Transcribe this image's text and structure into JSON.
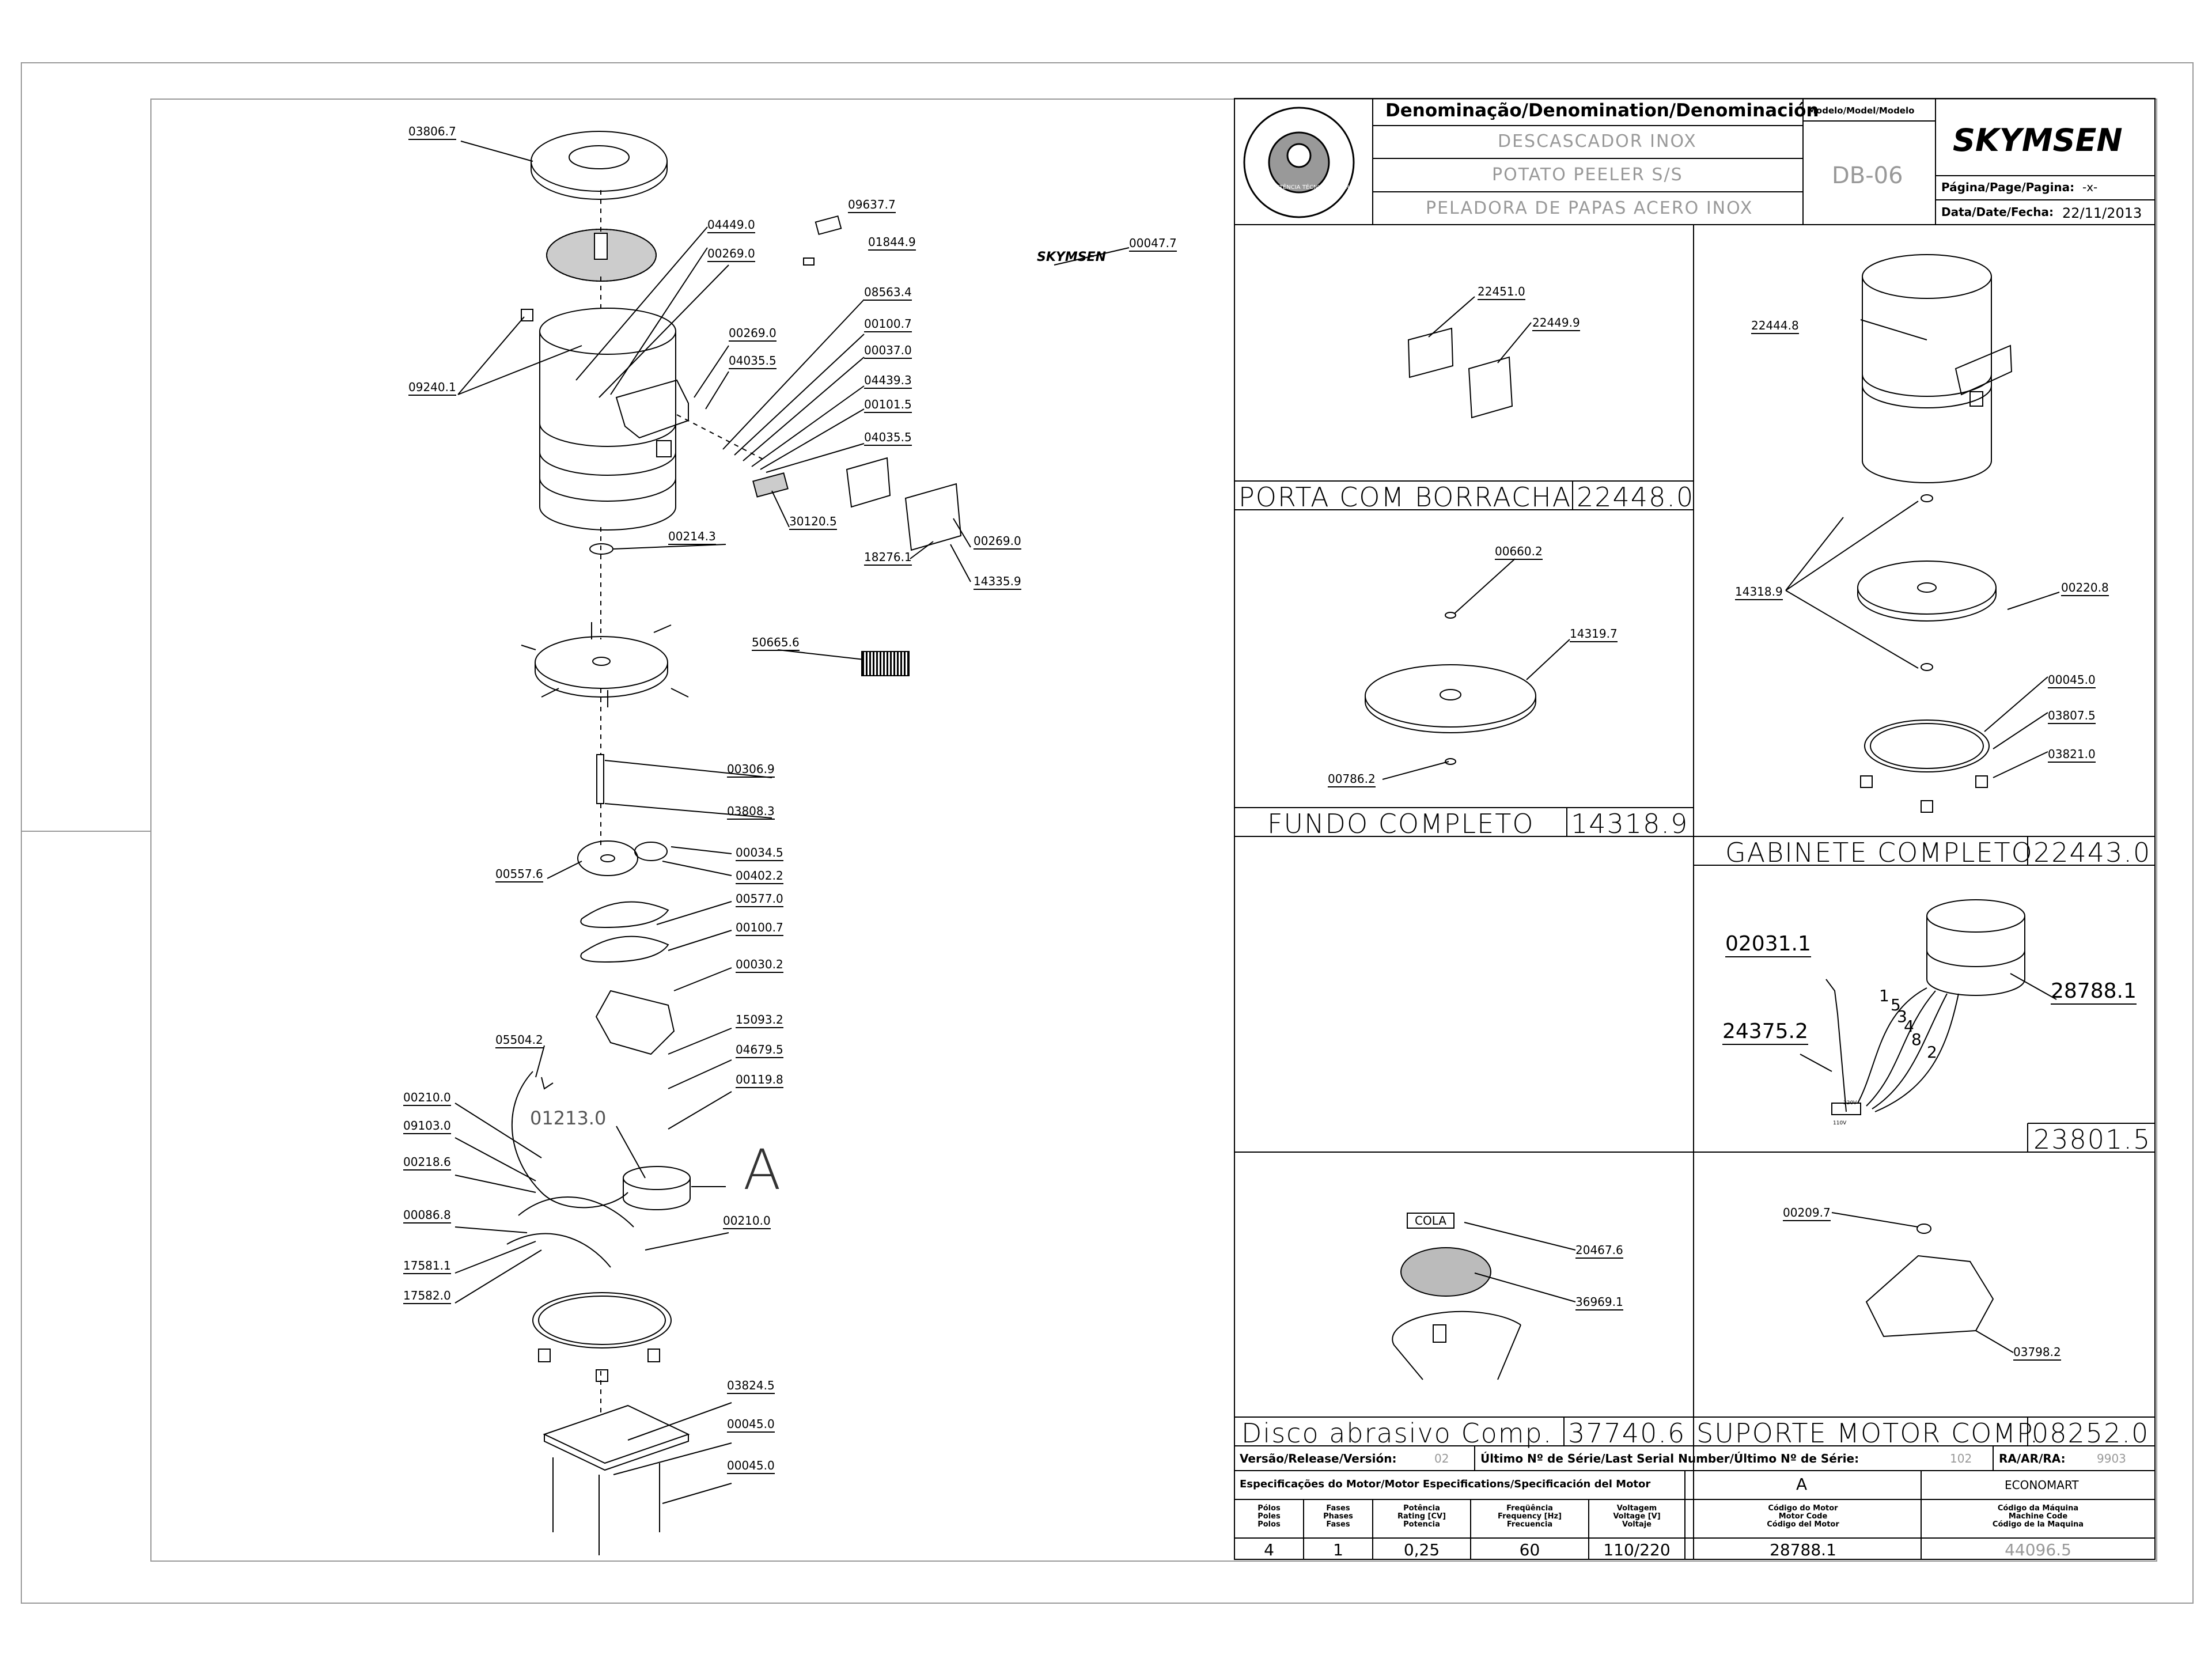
{
  "title_block": {
    "denomination_header": "Denominação/Denomination/Denominación",
    "name_pt": "DESCASCADOR INOX",
    "name_en": "POTATO PEELER S/S",
    "name_es": "PELADORA DE PAPAS ACERO INOX",
    "model_header": "Modelo/Model/Modelo",
    "model": "DB-06",
    "brand": "SKYMSEN",
    "page_label": "Página/Page/Pagina:",
    "page_value": "-x-",
    "date_label": "Data/Date/Fecha:",
    "date_value": "22/11/2013",
    "seal_text": "ASSISTÊNCIA TÉCNICA AUTORIZADA"
  },
  "main_callouts": [
    "03806.7",
    "09637.7",
    "04449.0",
    "01844.9",
    "00269.0",
    "00047.7",
    "08563.4",
    "00100.7",
    "00037.0",
    "00269.0",
    "04035.5",
    "09240.1",
    "04439.3",
    "00101.5",
    "04035.5",
    "30120.5",
    "00214.3",
    "00269.0",
    "18276.1",
    "14335.9",
    "50665.6",
    "00306.9",
    "03808.3",
    "00034.5",
    "00557.6",
    "00402.2",
    "00577.0",
    "00100.7",
    "00030.2",
    "15093.2",
    "05504.2",
    "04679.5",
    "00119.8",
    "00210.0",
    "01213.0",
    "09103.0",
    "00218.6",
    "00210.0",
    "00086.8",
    "17581.1",
    "17582.0",
    "03824.5",
    "00045.0",
    "00045.0"
  ],
  "main_letter": "A",
  "panels": {
    "porta": {
      "title": "PORTA COM BORRACHA",
      "code": "22448.0",
      "callouts": [
        "22451.0",
        "22449.9"
      ]
    },
    "fundo": {
      "title": "FUNDO COMPLETO",
      "code": "14318.9",
      "callouts": [
        "00660.2",
        "14319.7",
        "00786.2"
      ]
    },
    "gabinete": {
      "title": "GABINETE COMPLETO",
      "code": "22443.0",
      "callouts": [
        "22444.8",
        "14318.9",
        "00220.8",
        "00045.0",
        "03807.5",
        "03821.0"
      ]
    },
    "motor": {
      "code": "23801.5",
      "callouts": [
        "02031.1",
        "28788.1",
        "24375.2"
      ],
      "wire_numbers": [
        "1",
        "5",
        "3",
        "4",
        "8",
        "2"
      ],
      "terminal_labels": [
        "220V",
        "110V"
      ]
    },
    "disco": {
      "title": "Disco abrasivo Comp.",
      "code": "37740.6",
      "tag": "COLA",
      "callouts": [
        "20467.6",
        "36969.1"
      ]
    },
    "suporte": {
      "title": "SUPORTE MOTOR COMP.",
      "code": "08252.0",
      "callouts": [
        "00209.7",
        "03798.2"
      ]
    }
  },
  "release_row": {
    "version_label": "Versão/Release/Versión:",
    "version_value": "02",
    "serial_label": "Último Nº de Série/Last Serial Number/Último Nº de Série:",
    "serial_value": "102",
    "ra_label": "RA/AR/RA:",
    "ra_value": "9903"
  },
  "motor_spec": {
    "header": "Especificações do Motor/Motor Especifications/Specificación del Motor",
    "header_a": "A",
    "header_b": "ECONOMART",
    "col_heads": [
      [
        "Pólos",
        "Poles",
        "Polos"
      ],
      [
        "Fases",
        "Phases",
        "Fases"
      ],
      [
        "Potência",
        "Rating [CV]",
        "Potencia"
      ],
      [
        "Freqüência",
        "Frequency [Hz]",
        "Frecuencia"
      ],
      [
        "Voltagem",
        "Voltage [V]",
        "Voltaje"
      ],
      [
        "Código do Motor",
        "Motor Code",
        "Código del Motor"
      ],
      [
        "Código da Máquina",
        "Machine Code",
        "Código de la Maquina"
      ]
    ],
    "values": [
      "4",
      "1",
      "0,25",
      "60",
      "110/220",
      "28788.1",
      "44096.5"
    ]
  }
}
